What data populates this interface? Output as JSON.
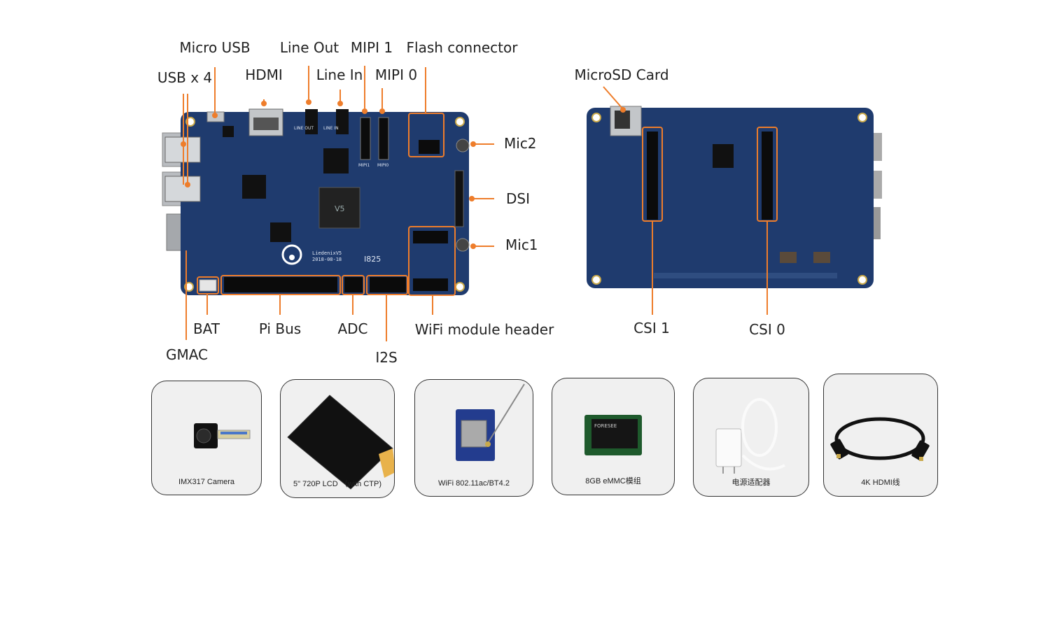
{
  "callouts": {
    "micro_usb": "Micro USB",
    "line_out": "Line Out",
    "mipi1": "MIPI 1",
    "flash_connector": "Flash connector",
    "usb_x4": "USB x 4",
    "hdmi": "HDMI",
    "line_in": "Line In",
    "mipi0": "MIPI 0",
    "mic2": "Mic2",
    "dsi": "DSI",
    "mic1": "Mic1",
    "bat": "BAT",
    "pi_bus": "Pi Bus",
    "adc": "ADC",
    "wifi_header": "WiFi module header",
    "gmac": "GMAC",
    "i2s": "I2S",
    "microsd": "MicroSD Card",
    "csi1": "CSI 1",
    "csi0": "CSI 0"
  },
  "board_silk": {
    "name": "LiedenixV5",
    "date": "2018-08-18",
    "chip": "V5",
    "code": "I825",
    "line_out_silk": "LINE OUT",
    "line_in_silk": "LINE IN",
    "mipi1_silk": "MIPI1",
    "mipi0_silk": "MIPI0",
    "emmc_chip": "FORESEE"
  },
  "accessories": [
    {
      "label": "IMX317 Camera",
      "icon": "camera-module-icon"
    },
    {
      "label": "5\" 720P LCD （with CTP)",
      "icon": "lcd-panel-icon"
    },
    {
      "label": "WiFi 802.11ac/BT4.2",
      "icon": "wifi-module-icon"
    },
    {
      "label": "8GB eMMC模组",
      "icon": "emmc-module-icon"
    },
    {
      "label": "电源适配器",
      "icon": "power-adapter-icon"
    },
    {
      "label": "4K HDMI线",
      "icon": "hdmi-cable-icon"
    }
  ],
  "colors": {
    "accent": "#ee7d2b",
    "pcb": "#1f3b6e"
  }
}
